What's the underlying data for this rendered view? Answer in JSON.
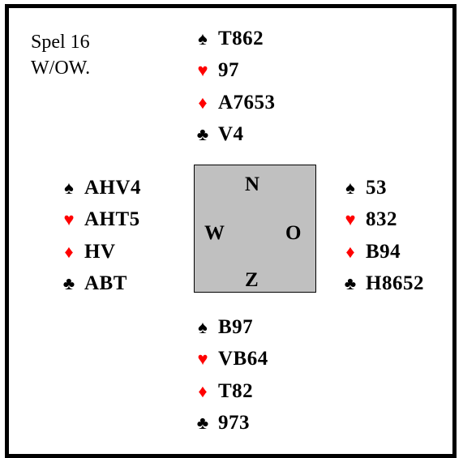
{
  "deal_info": {
    "board": "Spel 16",
    "dealer_vul": "W/OW."
  },
  "suit_symbols": {
    "spades": "♠",
    "hearts": "♥",
    "diamonds": "♦",
    "clubs": "♣"
  },
  "colors": {
    "red_suit": "#ff0000",
    "black_suit": "#000000",
    "compass_bg": "#c0c0c0"
  },
  "compass": {
    "north": "N",
    "west": "W",
    "east": "O",
    "south": "Z"
  },
  "hands": {
    "north": {
      "spades": "T862",
      "hearts": "97",
      "diamonds": "A7653",
      "clubs": "V4"
    },
    "west": {
      "spades": "AHV4",
      "hearts": "AHT5",
      "diamonds": "HV",
      "clubs": "ABT"
    },
    "east": {
      "spades": "53",
      "hearts": "832",
      "diamonds": "B94",
      "clubs": "H8652"
    },
    "south": {
      "spades": "B97",
      "hearts": "VB64",
      "diamonds": "T82",
      "clubs": "973"
    }
  }
}
